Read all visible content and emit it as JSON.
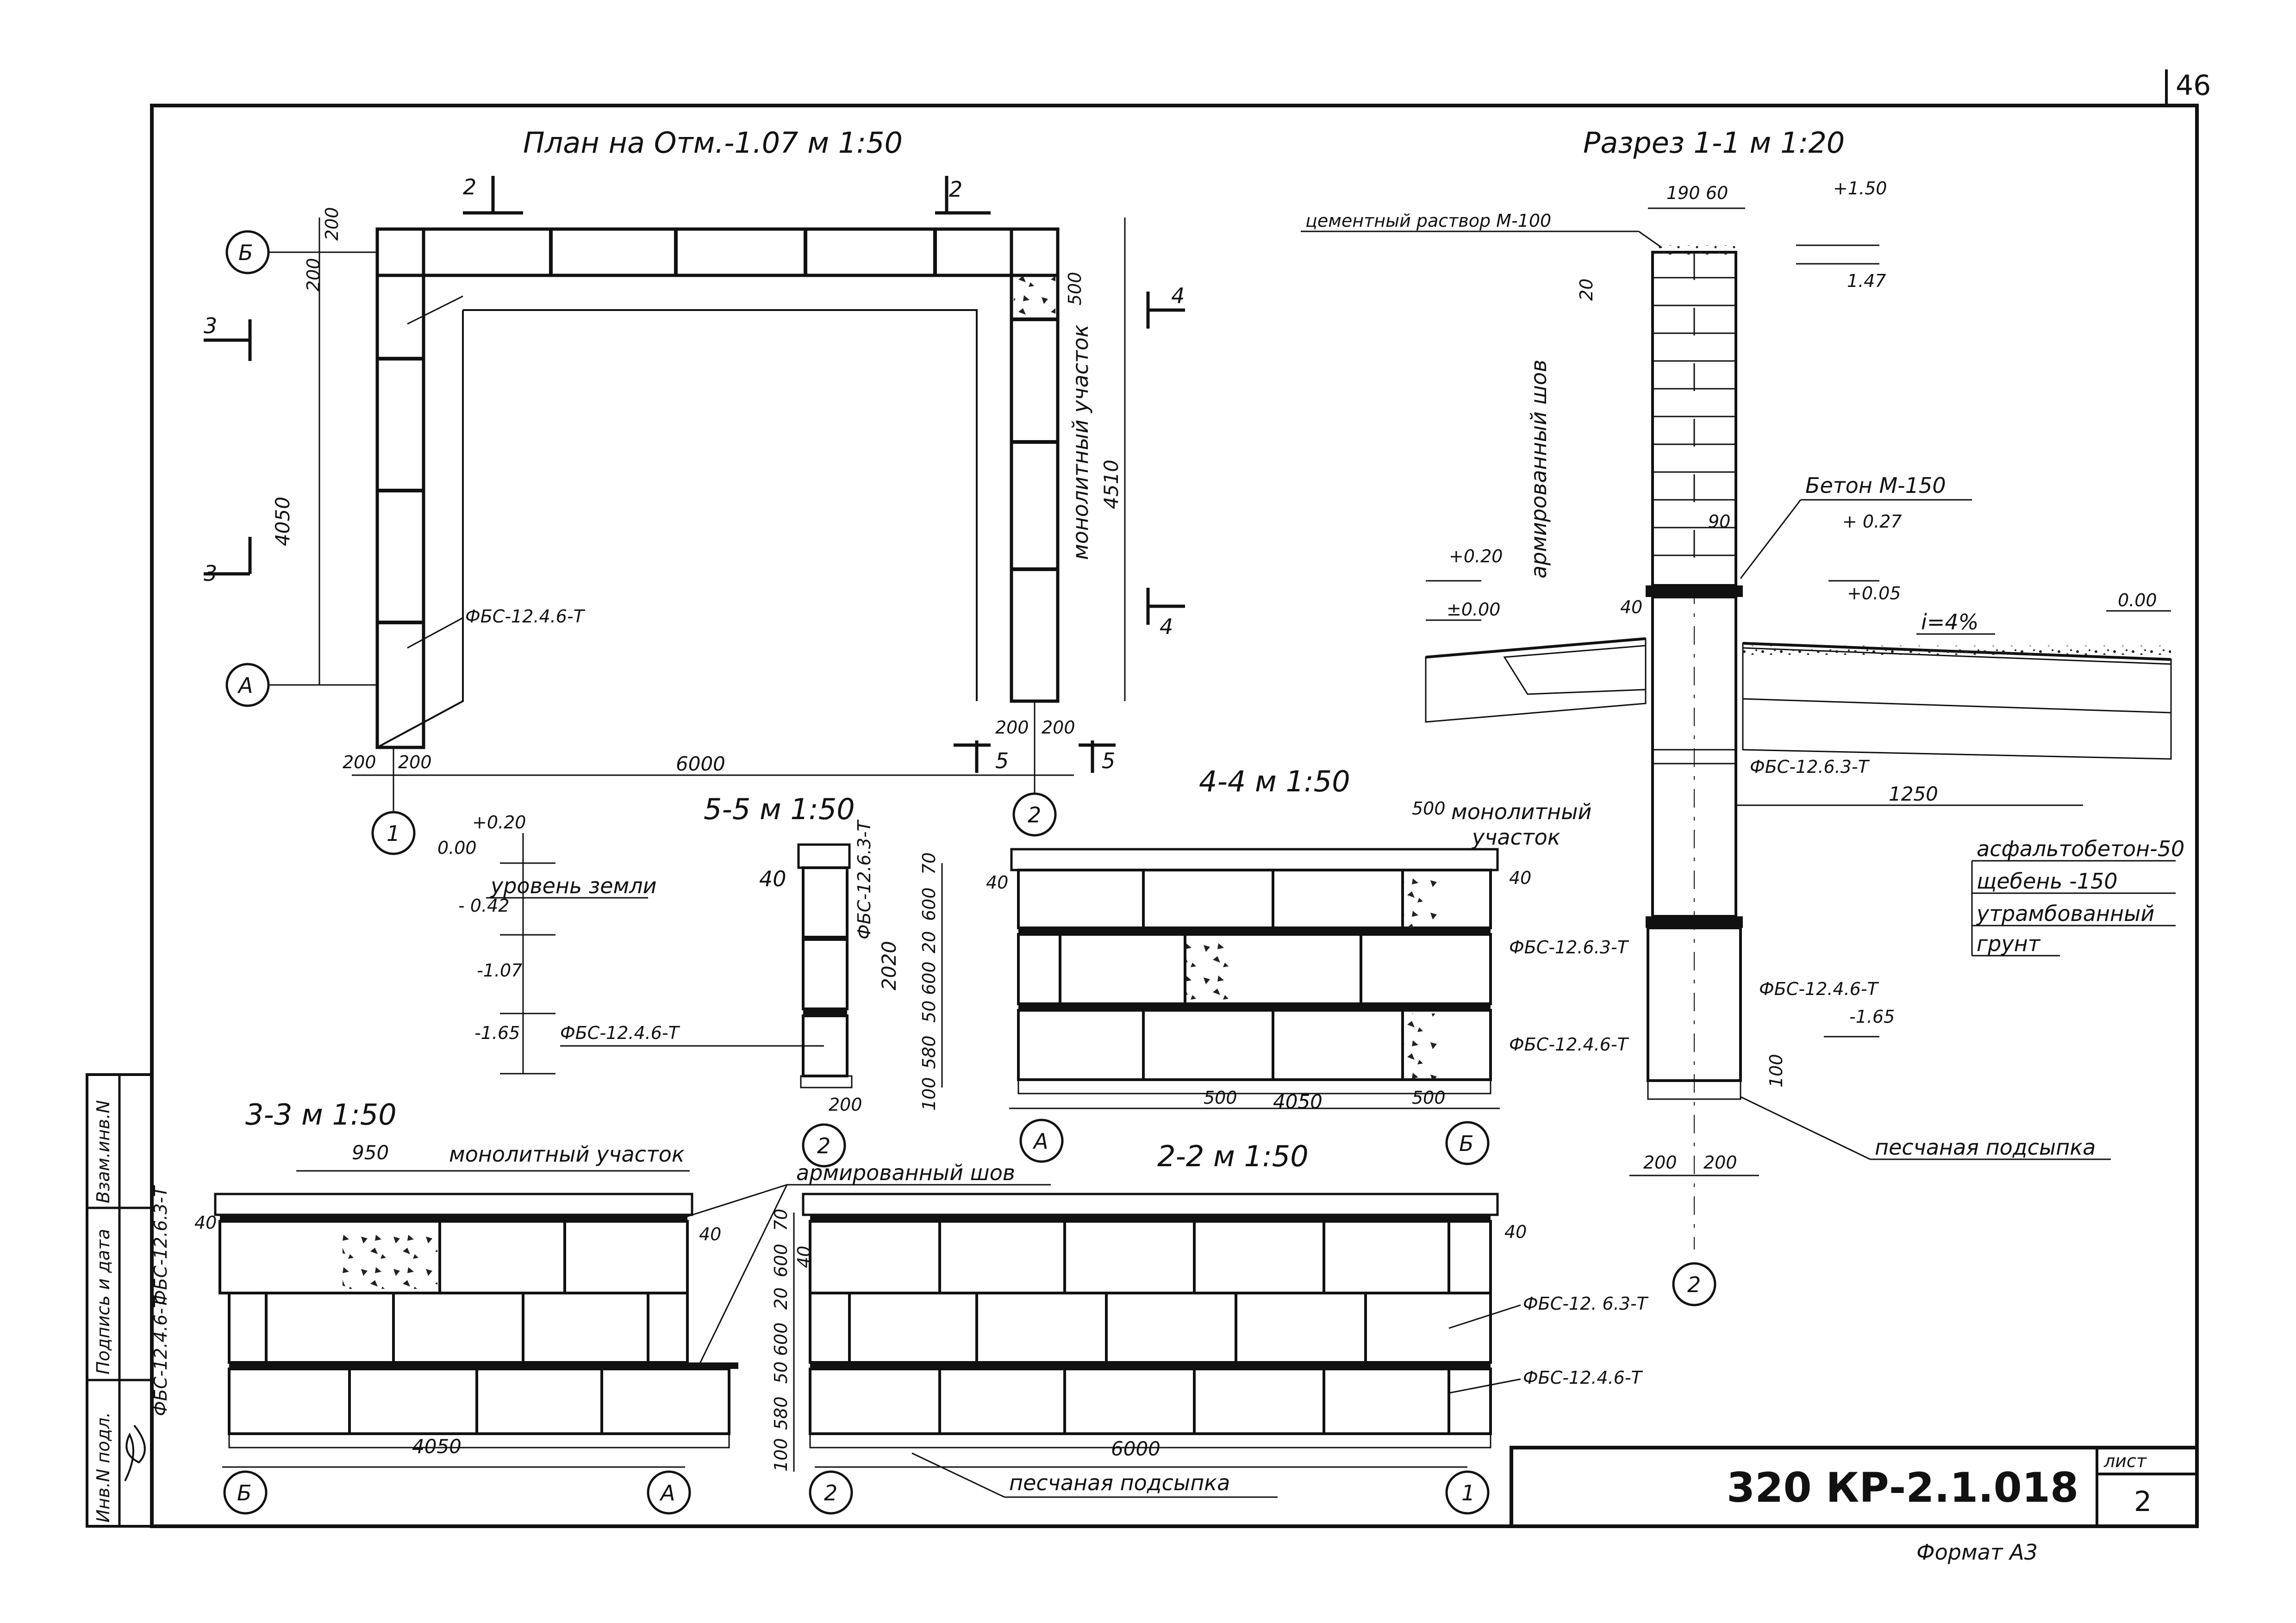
{
  "sheet_number": "46",
  "plan": {
    "title": "План на Отм.-1.07 м 1:50",
    "dims": {
      "top_200": "200",
      "left_200": "200",
      "height_4050": "4050",
      "width_6000": "6000",
      "bottom_200a": "200",
      "bottom_200b": "200",
      "right_4510": "4510",
      "right_500": "500",
      "r200a": "200",
      "r200b": "200"
    },
    "axes": {
      "b": "Б",
      "a": "А",
      "one": "1",
      "two": "2"
    },
    "cut_2": "2",
    "cut_3": "3",
    "cut_4": "4",
    "cut_5": "5",
    "block_label": "ФБС-12.4.6-Т",
    "monolith_label": "монолитный участок"
  },
  "section_1_1": {
    "title": "Разрез 1-1 м 1:20",
    "mortar_label": "цементный раствор М-100",
    "dim_190": "190",
    "dim_60": "60",
    "dim_20": "20",
    "dim_90": "90",
    "dim_40": "40",
    "elev_150": "+1.50",
    "elev_147": "1.47",
    "reinforced_seam": "армированный шов",
    "concrete_label": "Бетон М-150",
    "elev_027": "+ 0.27",
    "elev_005": "+0.05",
    "elev_020": "+0.20",
    "elev_000a": "±0.00",
    "elev_000b": "0.00",
    "slope": "i=4%",
    "block_63": "ФБС-12.6.3-Т",
    "block_46": "ФБС-12.4.6-Т",
    "dim_1250": "1250",
    "layer_1": "асфальтобетон-50",
    "layer_2": "щебень -150",
    "layer_3": "утрамбованный",
    "layer_3b": "грунт",
    "elev_165": "-1.65",
    "dim_100": "100",
    "sand_label": "песчаная подсыпка",
    "dim_200a": "200",
    "dim_200b": "200",
    "axis_2": "2"
  },
  "levels": {
    "e1": "+0.20",
    "e2": "0.00",
    "ground": "уровень земли",
    "e3": "- 0.42",
    "e4": "-1.07",
    "e5": "-1.65",
    "block": "ФБС-12.4.6-Т"
  },
  "section_5_5": {
    "title": "5-5 м 1:50",
    "block": "ФБС-12.6.3-Т",
    "d40": "40",
    "d2020": "2020",
    "d70": "70",
    "d600a": "600",
    "d20": "20",
    "d600b": "600",
    "d50": "50",
    "d580": "580",
    "d100": "100",
    "d200": "200",
    "axis": "2"
  },
  "section_4_4": {
    "title": "4-4 м 1:50",
    "d500": "500",
    "monolith": "монолитный",
    "monolith2": "участок",
    "d40a": "40",
    "d40b": "40",
    "block_63": "ФБС-12.6.3-Т",
    "block_46": "ФБС-12.4.6-Т",
    "d500b": "500",
    "d4050": "4050",
    "d500c": "500",
    "axis_a": "А",
    "axis_b": "Б"
  },
  "section_3_3": {
    "title": "3-3 м 1:50",
    "d950": "950",
    "monolith": "монолитный участок",
    "block_63": "ФБС-12.6.3-Т",
    "block_46": "ФБС-12.4.6-Т",
    "d40a": "40",
    "d40b": "40",
    "d4050": "4050",
    "axis_b": "Б",
    "axis_a": "А"
  },
  "reinforced_seam": "армированный шов",
  "section_2_2": {
    "title": "2-2 м 1:50",
    "d70": "70",
    "d600a": "600",
    "d40": "40",
    "d20": "20",
    "d600b": "600",
    "d50": "50",
    "d580": "580",
    "d100": "100",
    "d40r": "40",
    "block_63": "ФБС-12. 6.3-Т",
    "block_46": "ФБС-12.4.6-Т",
    "d6000": "6000",
    "sand": "песчаная подсыпка",
    "axis_2": "2",
    "axis_1": "1"
  },
  "left_stamp": {
    "c1": "Инв.N подл.",
    "c2": "Подпись и дата",
    "c3": "Взам.инв.N"
  },
  "title_block": {
    "code": "320 КР-2.1.018",
    "sheet_label": "лист",
    "sheet_no": "2"
  },
  "format": "Формат А3"
}
